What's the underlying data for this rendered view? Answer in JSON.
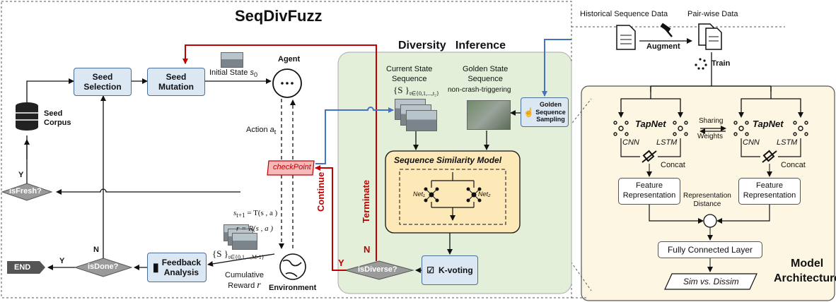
{
  "title": "SeqDivFuzz",
  "seed_corpus": "Seed\nCorpus",
  "seed_selection": "Seed\nSelection",
  "seed_mutation": "Seed\nMutation",
  "initial_state": "Initial State",
  "initial_state_sym": "s",
  "initial_state_sub": "0",
  "agent": "Agent",
  "action": "Action",
  "action_sym": "a",
  "action_sub": "t",
  "checkpoint": "checkPoint",
  "transition_eq": "s",
  "transition_rest": "= T(s , a )",
  "reward_eq": "r = R(s , a )",
  "is_fresh": "isFresh?",
  "y_fresh": "Y",
  "is_done": "isDone?",
  "n_done": "N",
  "y_done": "Y",
  "end": "END",
  "feedback_analysis": "Feedback\nAnalysis",
  "seq_set": "{S }",
  "seq_set_sub": "t∈{0,1,...,M-1}",
  "cumulative_reward": "Cumulative\nReward",
  "reward_sym": "r",
  "environment": "Environment",
  "diversity_inference": "Diversity   Inference",
  "current_state_seq": "Current State\nSequence",
  "current_set": "{S }",
  "current_set_sub": "t∈{0,1,...,t₂}",
  "golden_state_seq": "Golden State\nSequence",
  "non_crash": "non-crash-triggering",
  "golden_sampling": "Golden\nSequence\nSampling",
  "ssm": "Sequence Similarity Model",
  "net1": "Net₁",
  "net2": "Net₂",
  "k_voting": "K-voting",
  "is_diverse": "isDiverse?",
  "y_diverse": "Y",
  "n_diverse": "N",
  "continue": "Continue",
  "terminate": "Terminate",
  "historical": "Historical Sequence Data",
  "pairwise": "Pair-wise Data",
  "augment": "Augment",
  "train": "Train",
  "tapnet_left": "TapNet",
  "tapnet_right": "TapNet",
  "cnn_left": "CNN",
  "lstm_left": "LSTM",
  "cnn_right": "CNN",
  "lstm_right": "LSTM",
  "concat_left": "Concat",
  "concat_right": "Concat",
  "sharing": "Sharing",
  "weights": "Weights",
  "feat_left": "Feature\nRepresentation",
  "feat_right": "Feature\nRepresentation",
  "repr_distance": "Representation\nDistance",
  "fc_layer": "Fully Connected Layer",
  "sim_dissim": "Sim  vs. Dissim",
  "model_architecture": "Model\nArchitecture",
  "colors": {
    "box_fill": "#dbe7f3",
    "box_border": "#4a6f99",
    "diamond": "#9a9a9a",
    "green_panel": "#e4efd9",
    "model_panel": "#fdf6e3",
    "red": "#c00000",
    "blue_arrow": "#4472c4"
  }
}
